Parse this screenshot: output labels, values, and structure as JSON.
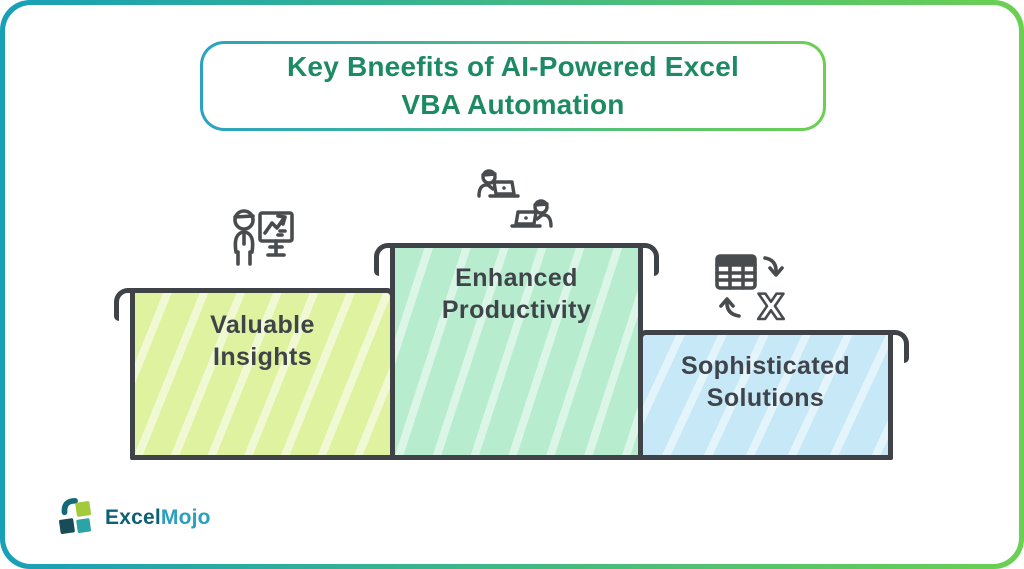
{
  "title": {
    "text": "Key Bneefits of AI-Powered Excel\nVBA Automation"
  },
  "podium": {
    "blocks": [
      {
        "id": "valuable-insights",
        "label": "Valuable\nInsights",
        "fill": "#def29f",
        "icon": "presenter-chart-icon"
      },
      {
        "id": "enhanced-productivity",
        "label": "Enhanced\nProductivity",
        "fill": "#b7eccf",
        "icon": "people-laptops-icon"
      },
      {
        "id": "sophisticated-solutions",
        "label": "Sophisticated\nSolutions",
        "fill": "#c7e8f7",
        "icon": "spreadsheet-convert-icon"
      }
    ]
  },
  "icons": {
    "excel_x_glyph": "X"
  },
  "logo": {
    "text_primary": "Excel",
    "text_secondary": "Mojo",
    "color_primary": "#0d6173",
    "color_secondary": "#2a9fbe"
  },
  "colors": {
    "frame_gradient_start": "#17a0b8",
    "frame_gradient_end": "#6bd052",
    "title_text": "#1d8a64",
    "block_border": "#3f4347",
    "block_label_text": "#3f444a",
    "icon_stroke": "#494c4e"
  }
}
